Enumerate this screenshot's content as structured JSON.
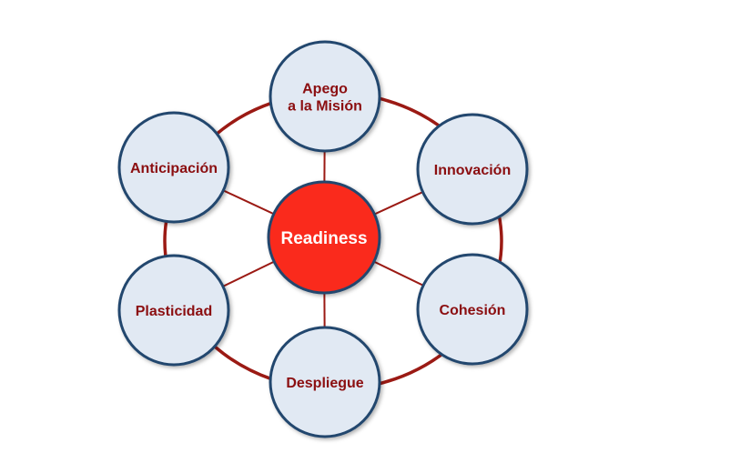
{
  "center": {
    "label": "Readiness"
  },
  "nodes": [
    {
      "lines": [
        "Apego",
        "a la Misión"
      ]
    },
    {
      "lines": [
        "Innovación"
      ]
    },
    {
      "lines": [
        "Cohesión"
      ]
    },
    {
      "lines": [
        "Despliegue"
      ]
    },
    {
      "lines": [
        "Plasticidad"
      ]
    },
    {
      "lines": [
        "Anticipación"
      ]
    }
  ],
  "colors": {
    "ring": "#9b1a14",
    "node_fill": "#e1e9f3",
    "node_stroke": "#23466e",
    "center_fill": "#fa2a1c",
    "text": "#8b0e10"
  }
}
